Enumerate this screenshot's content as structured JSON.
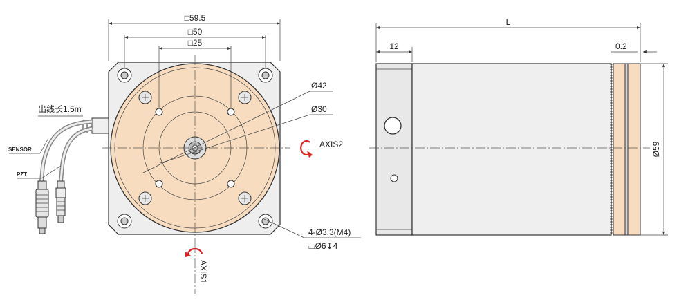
{
  "front_view": {
    "square_outer": "□59.5",
    "square_mid": "□50",
    "square_inner": "□25",
    "dia_42": "Ø42",
    "dia_30": "Ø30",
    "axis2_label": "AXIS2",
    "axis1_label": "AXIS1",
    "holes_spec": "4-Ø3.3(M4)",
    "counterbore_spec": "⌴Ø6↧4"
  },
  "cables": {
    "cable_length": "出线长1.5m",
    "sensor_label": "SENSOR",
    "pzt_label": "PZT"
  },
  "side_view": {
    "length_label": "L",
    "flange_12": "12",
    "gap_02": "0.2",
    "dia_59": "Ø59"
  },
  "colors": {
    "face_peach": "#f7dcc0",
    "body_gray": "#ececec",
    "plate_gray": "#d8d8d8",
    "arrow_red": "#e0201e",
    "line": "#333333"
  },
  "icons": [
    "rotation-arrow-icon"
  ]
}
